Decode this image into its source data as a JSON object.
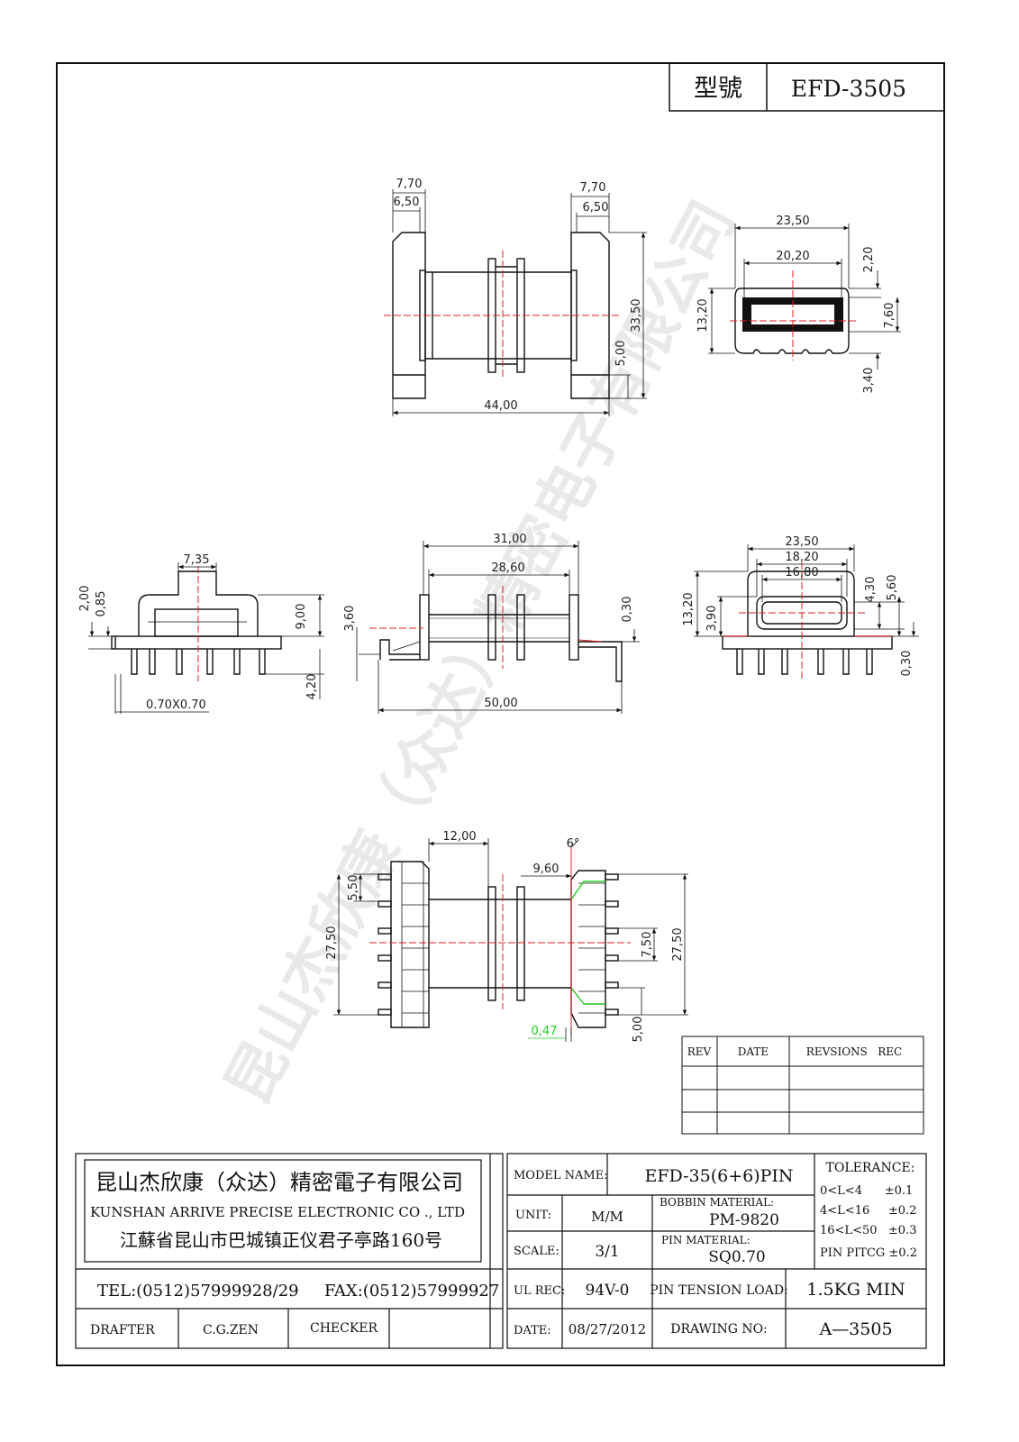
{
  "model_box": {
    "label": "型號",
    "value": "EFD-3505"
  },
  "watermark": {
    "text": "昆山杰欣康（众达）精密电子有限公司"
  },
  "views": {
    "top": {
      "dims": [
        "7,70",
        "6,50",
        "7,70",
        "6,50",
        "33,50",
        "5,00",
        "44,00"
      ]
    },
    "end": {
      "dims": [
        "23,50",
        "20,20",
        "2,20",
        "13,20",
        "7,60",
        "3,40"
      ]
    },
    "front_left": {
      "dims": [
        "7,35",
        "2,00",
        "0,85",
        "9,00",
        "4,20",
        "0.70X0.70"
      ]
    },
    "front_center": {
      "dims": [
        "31,00",
        "28,60",
        "3,60",
        "0,30",
        "50,00"
      ]
    },
    "front_right": {
      "dims": [
        "23,50",
        "18,20",
        "16,80",
        "4,30",
        "5,60",
        "13,20",
        "3,90",
        "0,30"
      ]
    },
    "bottom": {
      "dims": [
        "12,00",
        "6°",
        "9,60",
        "5,50",
        "27,50",
        "7,50",
        "27,50",
        "0,47",
        "5,00"
      ]
    }
  },
  "revision_table": {
    "headers": [
      "REV",
      "DATE",
      "REVSIONS   REC"
    ],
    "rows": [
      [
        "",
        "",
        ""
      ],
      [
        "",
        "",
        ""
      ],
      [
        "",
        "",
        ""
      ]
    ]
  },
  "company": {
    "name_cn": "昆山杰欣康（众达）精密電子有限公司",
    "name_en": "KUNSHAN ARRIVE PRECISE ELECTRONIC CO ., LTD",
    "address": "江蘇省昆山市巴城镇正仪君子亭路160号",
    "tel": "TEL:(0512)57999928/29",
    "fax": "FAX:(0512)57999927",
    "drafter_label": "DRAFTER",
    "drafter_value": "C.G.ZEN",
    "checker_label": "CHECKER",
    "checker_value": ""
  },
  "title_block": {
    "model_name_label": "MODEL NAME:",
    "model_name_value": "EFD-35(6+6)PIN",
    "unit_label": "UNIT:",
    "unit_value": "M/M",
    "bobbin_label": "BOBBIN MATERIAL:",
    "bobbin_value": "PM-9820",
    "scale_label": "SCALE:",
    "scale_value": "3/1",
    "pin_material_label": "PIN MATERIAL:",
    "pin_material_value": "SQ0.70",
    "ul_label": "UL REC:",
    "ul_value": "94V-0",
    "pin_tension_label": "PIN TENSION LOAD:",
    "pin_tension_value": "1.5KG MIN",
    "date_label": "DATE:",
    "date_value": "08/27/2012",
    "drawing_no_label": "DRAWING NO:",
    "drawing_no_value": "A—3505"
  },
  "tolerance": {
    "title": "TOLERANCE:",
    "lines": [
      "0<L<4      ±0.1",
      "4<L<16     ±0.2",
      "16<L<50   ±0.3",
      "PIN PITCG ±0.2"
    ]
  },
  "colors": {
    "line": "#111111",
    "center": "#e02020",
    "green": "#22cc22",
    "watermark": "#cfcfcf"
  }
}
